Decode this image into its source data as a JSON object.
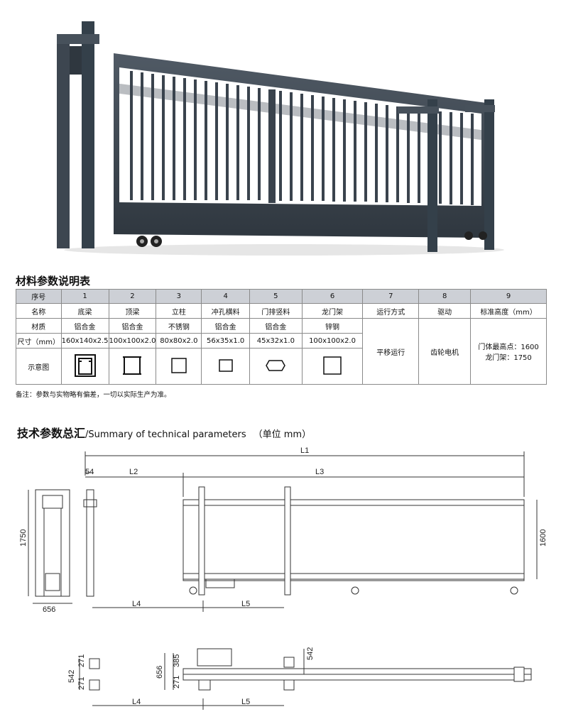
{
  "material_table": {
    "title": "材料参数说明表",
    "headers": [
      "序号",
      "1",
      "2",
      "3",
      "4",
      "5",
      "6",
      "7",
      "8",
      "9"
    ],
    "row_name": [
      "名称",
      "底梁",
      "顶梁",
      "立柱",
      "冲孔横料",
      "门排竖料",
      "龙门架",
      "运行方式",
      "驱动",
      "标准高度（mm）"
    ],
    "row_material": [
      "材质",
      "铝合金",
      "铝合金",
      "不锈钢",
      "铝合金",
      "铝合金",
      "锌钢"
    ],
    "row_size": [
      "尺寸（mm）",
      "160x140x2.5",
      "100x100x2.0",
      "80x80x2.0",
      "56x35x1.0",
      "45x32x1.0",
      "100x100x2.0"
    ],
    "row_diagram_label": "示意图",
    "operation": "平移运行",
    "drive": "齿轮电机",
    "height_line1": "门体最高点：1600",
    "height_line2": "龙门架：1750"
  },
  "note": "备注：参数与实物略有偏差，一切以实际生产为准。",
  "summary": {
    "title_cn": "技术参数总汇",
    "title_en": "/Summary of technical parameters",
    "unit": "（单位  mm）"
  },
  "dimensions": {
    "L1": "L1",
    "L2": "L2",
    "L3": "L3",
    "L4": "L4",
    "L5": "L5",
    "d54": "54",
    "d1750": "1750",
    "d1600": "1600",
    "d656": "656",
    "d542": "542",
    "d271a": "271",
    "d271b": "271",
    "d385": "385",
    "d271c": "271",
    "d656b": "656",
    "d542b": "542"
  },
  "colors": {
    "gate_body": "#3a434d",
    "table_header": "#cdd0d6"
  }
}
